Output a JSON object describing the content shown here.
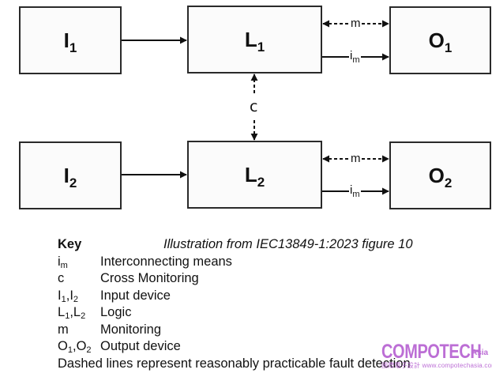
{
  "diagram": {
    "blocks": [
      {
        "id": "I1",
        "base": "I",
        "sub": "1",
        "role": "input device"
      },
      {
        "id": "L1",
        "base": "L",
        "sub": "1",
        "role": "logic"
      },
      {
        "id": "O1",
        "base": "O",
        "sub": "1",
        "role": "output device"
      },
      {
        "id": "I2",
        "base": "I",
        "sub": "2",
        "role": "input device"
      },
      {
        "id": "L2",
        "base": "L",
        "sub": "2",
        "role": "logic"
      },
      {
        "id": "O2",
        "base": "O",
        "sub": "2",
        "role": "output device"
      }
    ],
    "connections": {
      "monitoring_label": "m",
      "interconnect_base": "i",
      "interconnect_sub": "m",
      "cross_label": "c"
    }
  },
  "key": {
    "title": "Key",
    "source": "Illustration from  IEC13849-1:2023  figure 10",
    "items": [
      {
        "sym_base": "i",
        "sym_sub": "m",
        "desc": "Interconnecting means"
      },
      {
        "sym_plain": "c",
        "desc": "Cross Monitoring"
      },
      {
        "sym_a": "I",
        "sub_a": "1",
        "sym_b": "I",
        "sub_b": "2",
        "desc": "Input device"
      },
      {
        "sym_a": "L",
        "sub_a": "1",
        "sym_b": "L",
        "sub_b": "2",
        "desc": "Logic"
      },
      {
        "sym_plain": "m",
        "desc": "Monitoring"
      },
      {
        "sym_a": "O",
        "sub_a": "1",
        "sym_b": "O",
        "sub_b": "2",
        "desc": "Output device"
      }
    ],
    "footnote": "Dashed lines represent reasonably practicable fault detection"
  },
  "watermark": {
    "brand": "COMPOTECH",
    "suffix": "Asia",
    "url": "國際電子設計 www.compotechasia.com",
    "color": "#b55fd1"
  }
}
